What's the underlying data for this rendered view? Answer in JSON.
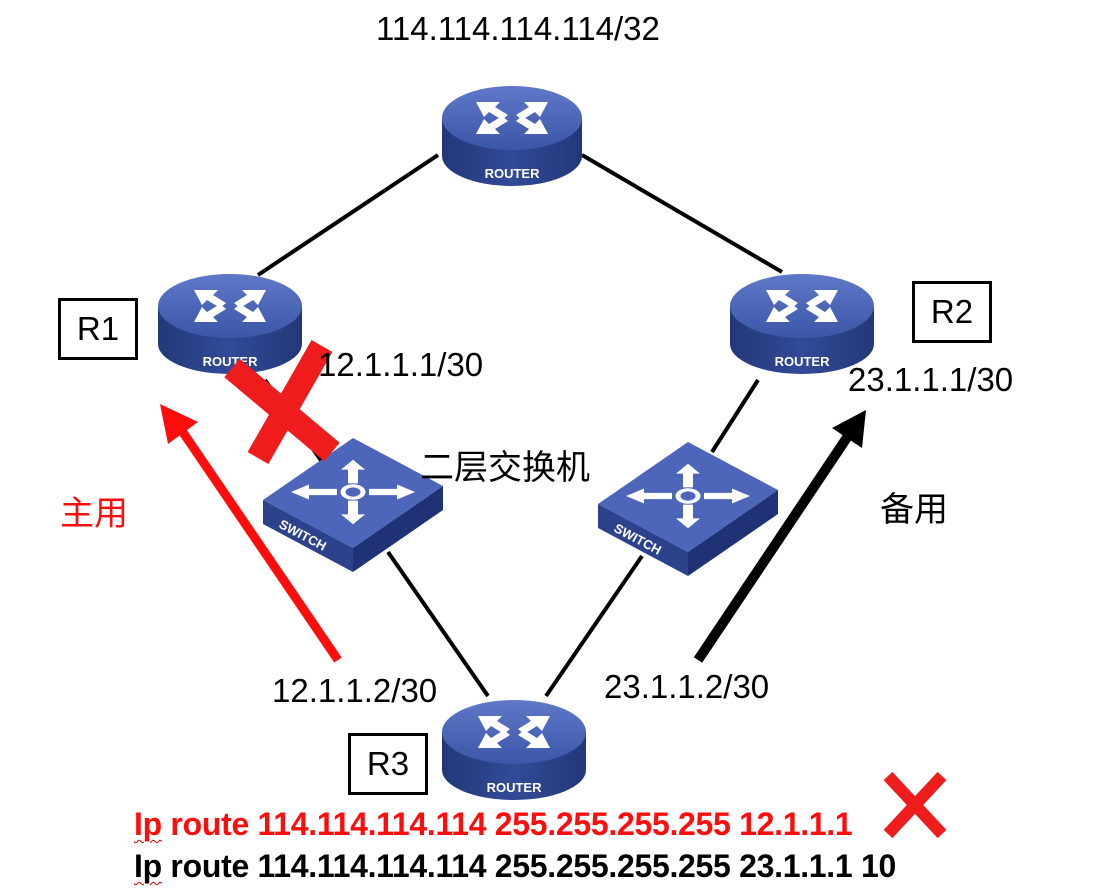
{
  "top_ip": "114.114.114.114/32",
  "devices": {
    "top_router": {
      "label": "ROUTER"
    },
    "r1": {
      "name": "R1",
      "label": "ROUTER",
      "ip": "12.1.1.1/30"
    },
    "r2": {
      "name": "R2",
      "label": "ROUTER",
      "ip": "23.1.1.1/30"
    },
    "r3": {
      "name": "R3",
      "label": "ROUTER"
    },
    "switch_left": {
      "label": "SWITCH"
    },
    "switch_right": {
      "label": "SWITCH"
    }
  },
  "switch_caption": "二层交换机",
  "r3_left_ip": "12.1.1.2/30",
  "r3_right_ip": "23.1.1.2/30",
  "primary_label": "主用",
  "backup_label": "备用",
  "commands": {
    "line1": {
      "kw": "Ip",
      "rest": " route 114.114.114.114 255.255.255.255 12.1.1.1"
    },
    "line2": {
      "kw": "Ip",
      "rest": " route 114.114.114.114 255.255.255.255 23.1.1.1 10"
    }
  },
  "colors": {
    "primary": "#ff0d0d",
    "backup": "#000000",
    "device_top": "#4a64b6",
    "device_side": "#2a3f8a",
    "fail_mark": "#ee1c1c"
  },
  "icons": [
    "router-icon",
    "switch-icon",
    "fail-x-icon",
    "arrow-icon"
  ]
}
